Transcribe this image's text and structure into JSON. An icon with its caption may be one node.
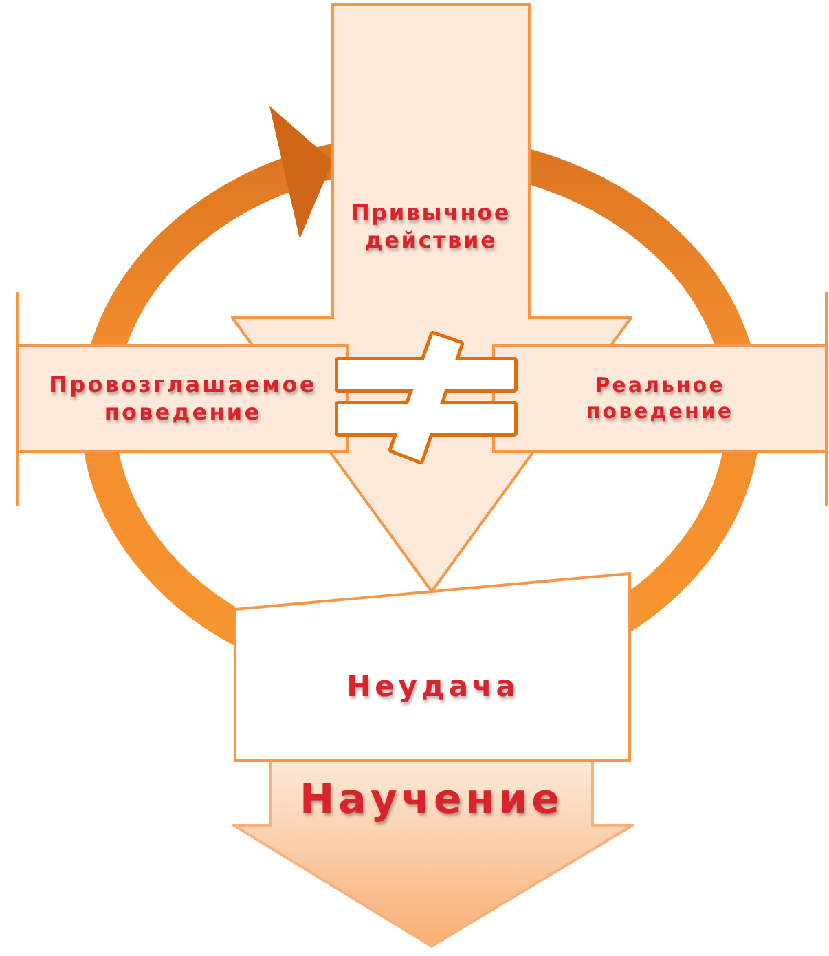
{
  "diagram": {
    "nodes": [
      {
        "text": [
          "Привычное действие"
        ]
      },
      {
        "text": [
          "Провозглашаемое поведение"
        ]
      },
      {
        "text": [
          "Реальное поведение"
        ]
      },
      {
        "text": [
          "Неудача"
        ]
      },
      {
        "text": [
          "Научение"
        ]
      }
    ],
    "edges": [
      {
        "from": 3,
        "to": 1,
        "arrow": "none"
      },
      {
        "from": 1,
        "to": 0,
        "arrow": "to"
      },
      {
        "from": 0,
        "to": 2,
        "arrow": "none"
      },
      {
        "from": 2,
        "to": 3,
        "arrow": "none"
      }
    ]
  }
}
